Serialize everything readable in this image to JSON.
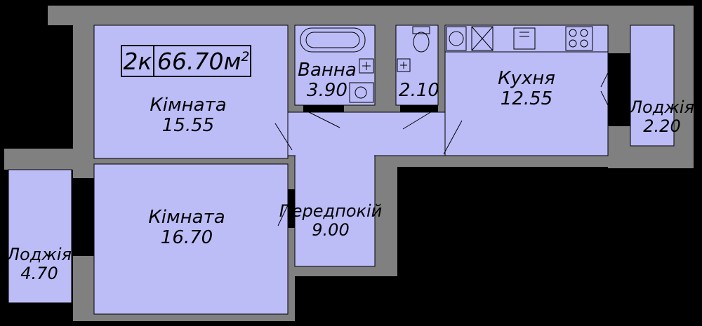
{
  "apartment": {
    "rooms": "2к",
    "area": "66.70",
    "unit": "м",
    "unit_exp": "2"
  },
  "rooms": {
    "room1": {
      "name": "Кімната",
      "area": "15.55"
    },
    "room2": {
      "name": "Кімната",
      "area": "16.70"
    },
    "bath": {
      "name": "Ванна",
      "area": "3.90"
    },
    "wc": {
      "area": "2.10"
    },
    "kitchen": {
      "name": "Кухня",
      "area": "12.55"
    },
    "hall": {
      "name": "Передпокій",
      "area": "9.00"
    },
    "loggia_right": {
      "name": "Лоджія",
      "area": "2.20"
    },
    "loggia_left": {
      "name": "Лоджія",
      "area": "4.70"
    }
  },
  "colors": {
    "background": "#000000",
    "wall": "#808080",
    "floor": "#bcbcf7",
    "line": "#000000"
  }
}
